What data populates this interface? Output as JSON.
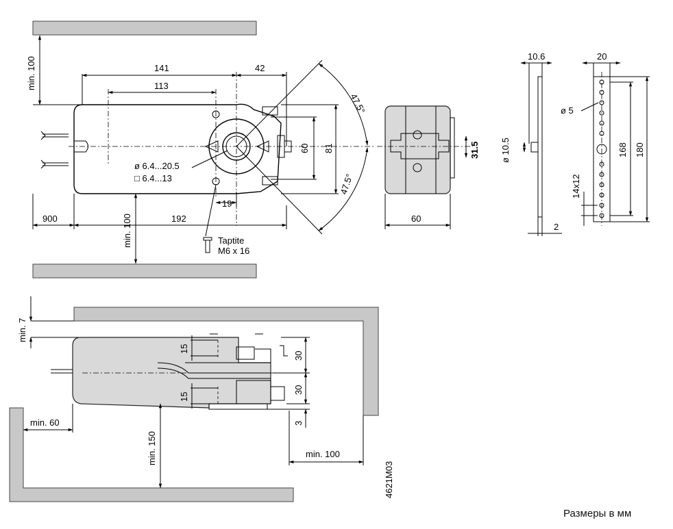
{
  "dims": {
    "min100_top": "min. 100",
    "d141": "141",
    "d42": "42",
    "d113": "113",
    "a475_top": "47.5°",
    "a475_bot": "47.5°",
    "d60": "60",
    "d81": "81",
    "dia_shaft": "ø 6.4...20.5",
    "sq_shaft": "□ 6.4...13",
    "d19": "19",
    "d900": "900",
    "min100_mid": "min. 100",
    "d192": "192",
    "taptite": "Taptite",
    "m6": "M6 x 16",
    "d31_5": "31.5",
    "d60_side": "60",
    "d10_6": "10.6",
    "dia10_5": "ø 10.5",
    "d2": "2",
    "d20": "20",
    "dia5": "ø 5",
    "d168": "168",
    "d180": "180",
    "d14x12": "14x12",
    "min7": "min. 7",
    "d15a": "15",
    "d15b": "15",
    "d30a": "30",
    "d30b": "30",
    "d3": "3",
    "min60": "min. 60",
    "min150": "min. 150",
    "min100_bot": "min. 100",
    "code": "4621M03"
  },
  "footer": "Размеры в мм"
}
